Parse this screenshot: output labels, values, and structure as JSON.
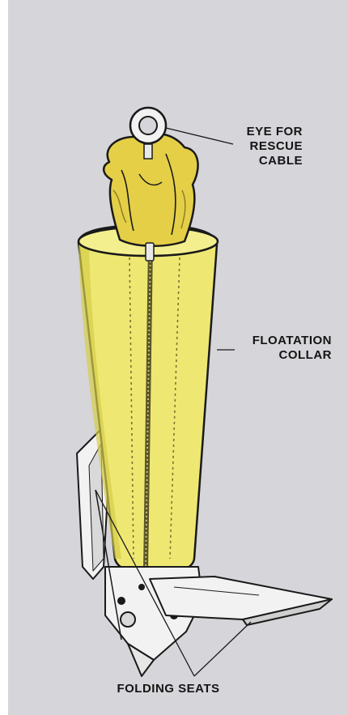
{
  "labels": {
    "eye": [
      "EYE FOR",
      "RESCUE",
      "CABLE"
    ],
    "collar": [
      "FLOATATION",
      "COLLAR"
    ],
    "seats": "FOLDING SEATS"
  },
  "colors": {
    "background": "#d5d5da",
    "collar_fill": "#eee873",
    "collar_shadow": "#d6cd4a",
    "bag_fill": "#e4cf47",
    "zipper": "#5a5428",
    "metal": "#f2f2f2",
    "ink": "#1a1a1a"
  }
}
